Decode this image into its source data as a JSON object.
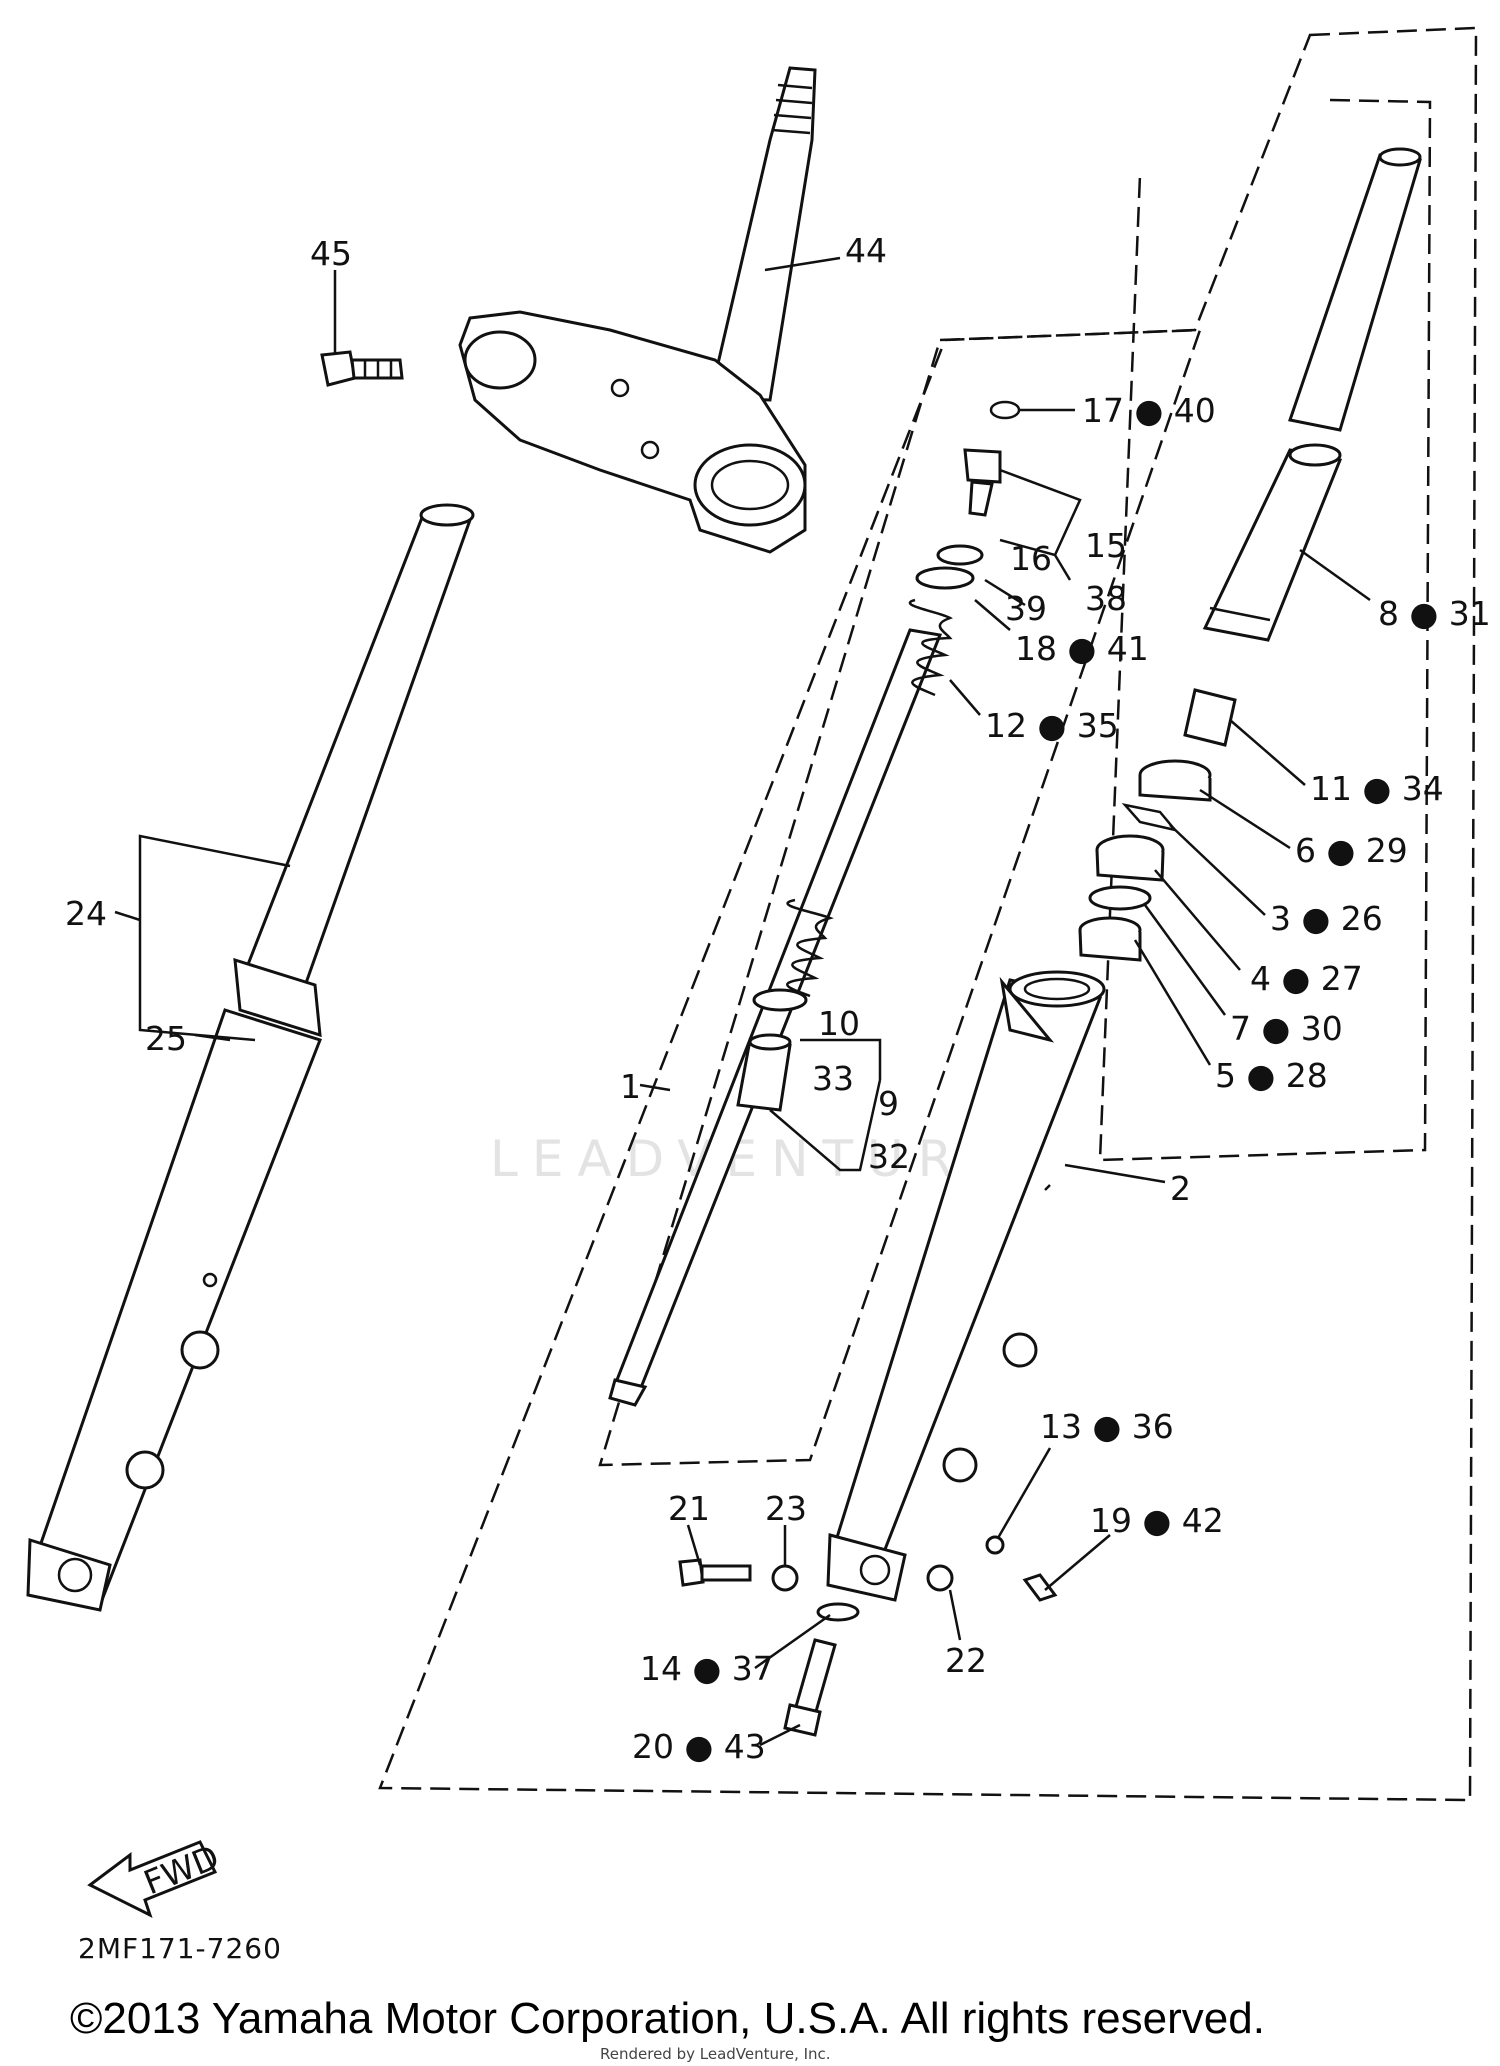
{
  "diagram": {
    "part_labels": [
      {
        "id": "45",
        "text": "45"
      },
      {
        "id": "44",
        "text": "44"
      },
      {
        "id": "17-40",
        "text": "17 ● 40"
      },
      {
        "id": "16",
        "text": "16"
      },
      {
        "id": "15",
        "text": "15"
      },
      {
        "id": "38",
        "text": "38"
      },
      {
        "id": "39",
        "text": "39"
      },
      {
        "id": "18-41",
        "text": "18 ● 41"
      },
      {
        "id": "8-31",
        "text": "8 ● 31"
      },
      {
        "id": "12-35",
        "text": "12 ● 35"
      },
      {
        "id": "11-34",
        "text": "11 ● 34"
      },
      {
        "id": "6-29",
        "text": "6 ● 29"
      },
      {
        "id": "3-26",
        "text": "3 ● 26"
      },
      {
        "id": "4-27",
        "text": "4 ● 27"
      },
      {
        "id": "7-30",
        "text": "7 ● 30"
      },
      {
        "id": "5-28",
        "text": "5 ● 28"
      },
      {
        "id": "24",
        "text": "24"
      },
      {
        "id": "25",
        "text": "25"
      },
      {
        "id": "1",
        "text": "1"
      },
      {
        "id": "10",
        "text": "10"
      },
      {
        "id": "33",
        "text": "33"
      },
      {
        "id": "9",
        "text": "9"
      },
      {
        "id": "32",
        "text": "32"
      },
      {
        "id": "2",
        "text": "2"
      },
      {
        "id": "13-36",
        "text": "13 ● 36"
      },
      {
        "id": "19-42",
        "text": "19 ● 42"
      },
      {
        "id": "21",
        "text": "21"
      },
      {
        "id": "23",
        "text": "23"
      },
      {
        "id": "22",
        "text": "22"
      },
      {
        "id": "14-37",
        "text": "14 ● 37"
      },
      {
        "id": "20-43",
        "text": "20 ● 43"
      }
    ],
    "fwd_arrow_text": "FWD",
    "drawing_code": "2MF171-7260",
    "watermark": "LEADVENTURE",
    "copyright": "©2013 Yamaha Motor Corporation, U.S.A. All rights reserved.",
    "credit": "Rendered by LeadVenture, Inc."
  }
}
